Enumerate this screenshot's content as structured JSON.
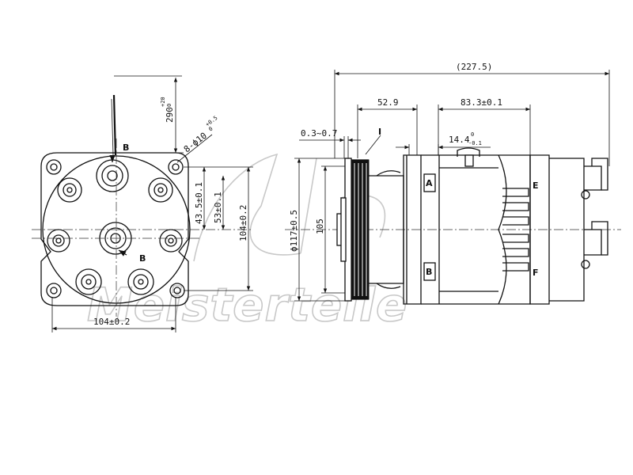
{
  "watermark": {
    "text": "Meisterteile"
  },
  "front_view": {
    "label_b_top": "B",
    "label_b_mid": "B",
    "dim_wire": "290",
    "dim_wire_tol_upper": "+20",
    "dim_wire_tol_lower": "0",
    "dim_holes": "8-ϕ10",
    "dim_holes_tol_upper": "+0.5",
    "dim_holes_tol_lower": "0",
    "dim_43_5": "43.5±0.1",
    "dim_53": "53±0.1",
    "dim_104_v": "104±0.2",
    "dim_104_h": "104±0.2"
  },
  "side_view": {
    "dim_overall": "(227.5)",
    "dim_52_9": "52.9",
    "dim_83_3": "83.3±0.1",
    "dim_gap": "0.3~0.7",
    "label_detail": "I",
    "dim_14_4": "14.4",
    "dim_14_4_tol_upper": "0",
    "dim_14_4_tol_lower": "-0.1",
    "dim_phi117": "ϕ117±0.5",
    "dim_105": "105",
    "port_a": "A",
    "port_b": "B",
    "port_e": "E",
    "port_f": "F"
  }
}
